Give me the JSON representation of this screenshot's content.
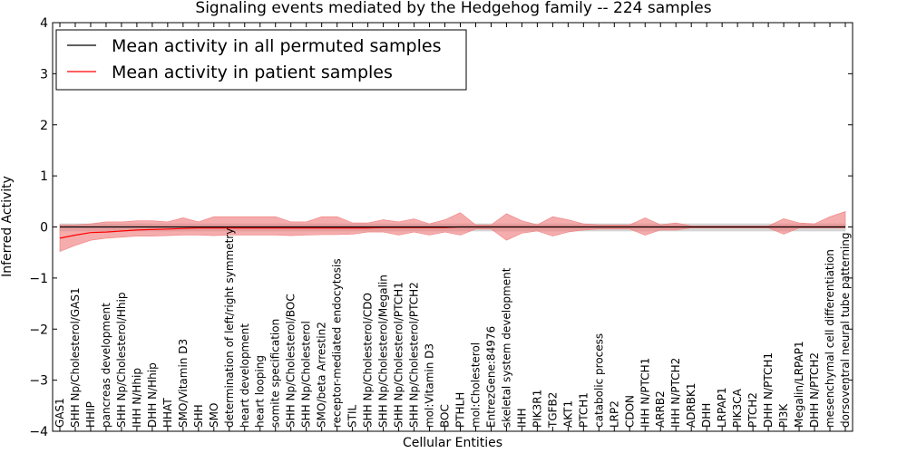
{
  "chart_data": {
    "type": "line",
    "title": "Signaling events mediated by the Hedgehog family -- 224 samples",
    "xlabel": "Cellular Entities",
    "ylabel": "Inferred Activity",
    "ylim": [
      -4,
      4
    ],
    "yticks": [
      "−4",
      "−3",
      "−2",
      "−1",
      "0",
      "1",
      "2",
      "3",
      "4"
    ],
    "grid": false,
    "legend_position": "top-left",
    "categories": [
      "GAS1",
      "SHH Np/Cholesterol/GAS1",
      "HHIP",
      "pancreas development",
      "SHH Np/Cholesterol/Hhip",
      "IHH N/Hhip",
      "DHH N/Hhip",
      "HHAT",
      "SMO/Vitamin D3",
      "SHH",
      "SMO",
      "determination of left/right symmetry",
      "heart development",
      "heart looping",
      "somite specification",
      "SHH Np/Cholesterol/BOC",
      "SHH Np/Cholesterol",
      "SMO/beta Arrestin2",
      "receptor-mediated endocytosis",
      "STIL",
      "SHH Np/Cholesterol/CDO",
      "SHH Np/Cholesterol/Megalin",
      "SHH Np/Cholesterol/PTCH1",
      "SHH Np/Cholesterol/PTCH2",
      "mol:Vitamin D3",
      "BOC",
      "PTHLH",
      "mol:Cholesterol",
      "EntrezGene:84976",
      "skeletal system development",
      "IHH",
      "PIK3R1",
      "TGFB2",
      "AKT1",
      "PTCH1",
      "catabolic process",
      "LRP2",
      "CDON",
      "IHH N/PTCH1",
      "ARRB2",
      "IHH N/PTCH2",
      "ADRBK1",
      "DHH",
      "LRPAP1",
      "PIK3CA",
      "PTCH2",
      "DHH N/PTCH1",
      "PI3K",
      "Megalin/LRPAP1",
      "DHH N/PTCH2",
      "mesenchymal cell differentiation",
      "dorsoventral neural tube patterning"
    ],
    "series": [
      {
        "name": "Mean activity in all permuted samples",
        "color": "#000000",
        "values": [
          0.0,
          0.0,
          0.0,
          0.0,
          0.0,
          0.0,
          0.0,
          0.0,
          0.0,
          0.0,
          0.0,
          0.0,
          0.0,
          0.0,
          0.0,
          0.0,
          0.0,
          0.0,
          0.0,
          0.0,
          0.0,
          0.0,
          0.0,
          0.0,
          0.0,
          0.0,
          0.0,
          0.0,
          0.0,
          0.0,
          0.0,
          0.0,
          0.0,
          0.0,
          0.0,
          0.0,
          0.0,
          0.0,
          0.0,
          0.0,
          0.0,
          0.0,
          0.0,
          0.0,
          0.0,
          0.0,
          0.0,
          0.0,
          0.0,
          0.0,
          0.0,
          0.0
        ],
        "band_lower": [
          -0.08,
          -0.08,
          -0.08,
          -0.08,
          -0.08,
          -0.08,
          -0.08,
          -0.08,
          -0.08,
          -0.08,
          -0.08,
          -0.08,
          -0.08,
          -0.08,
          -0.08,
          -0.08,
          -0.08,
          -0.08,
          -0.08,
          -0.08,
          -0.08,
          -0.08,
          -0.08,
          -0.08,
          -0.08,
          -0.08,
          -0.08,
          -0.08,
          -0.08,
          -0.08,
          -0.08,
          -0.08,
          -0.08,
          -0.08,
          -0.08,
          -0.08,
          -0.08,
          -0.08,
          -0.08,
          -0.08,
          -0.08,
          -0.08,
          -0.08,
          -0.08,
          -0.08,
          -0.08,
          -0.08,
          -0.08,
          -0.08,
          -0.08,
          -0.08,
          -0.08
        ],
        "band_upper": [
          0.06,
          0.06,
          0.06,
          0.06,
          0.06,
          0.06,
          0.06,
          0.06,
          0.06,
          0.06,
          0.06,
          0.06,
          0.06,
          0.06,
          0.06,
          0.06,
          0.06,
          0.06,
          0.06,
          0.06,
          0.06,
          0.06,
          0.06,
          0.06,
          0.06,
          0.06,
          0.06,
          0.06,
          0.06,
          0.06,
          0.06,
          0.06,
          0.06,
          0.06,
          0.06,
          0.06,
          0.06,
          0.06,
          0.06,
          0.06,
          0.06,
          0.06,
          0.06,
          0.06,
          0.06,
          0.06,
          0.06,
          0.06,
          0.06,
          0.06,
          0.06,
          0.06
        ],
        "band_color": "#c8c8c8"
      },
      {
        "name": "Mean activity in patient samples",
        "color": "#ff0000",
        "values": [
          -0.22,
          -0.16,
          -0.11,
          -0.1,
          -0.08,
          -0.06,
          -0.05,
          -0.04,
          -0.03,
          -0.02,
          -0.02,
          -0.02,
          -0.02,
          -0.02,
          -0.02,
          -0.02,
          -0.02,
          -0.02,
          -0.02,
          -0.02,
          -0.02,
          -0.01,
          -0.01,
          -0.01,
          -0.01,
          -0.01,
          0.0,
          0.0,
          0.0,
          0.0,
          0.0,
          0.0,
          0.0,
          0.0,
          0.0,
          0.0,
          0.0,
          0.0,
          0.0,
          0.0,
          0.0,
          0.0,
          0.0,
          0.0,
          0.0,
          0.0,
          0.0,
          0.0,
          0.0,
          0.0,
          0.0,
          0.0
        ],
        "band_lower": [
          -0.48,
          -0.36,
          -0.26,
          -0.22,
          -0.2,
          -0.18,
          -0.18,
          -0.17,
          -0.16,
          -0.16,
          -0.17,
          -0.16,
          -0.16,
          -0.16,
          -0.16,
          -0.17,
          -0.16,
          -0.15,
          -0.15,
          -0.14,
          -0.1,
          -0.1,
          -0.16,
          -0.1,
          -0.16,
          -0.1,
          -0.16,
          -0.04,
          -0.04,
          -0.26,
          -0.12,
          -0.08,
          -0.18,
          -0.1,
          -0.06,
          -0.04,
          -0.04,
          -0.04,
          -0.16,
          -0.06,
          -0.06,
          -0.02,
          -0.02,
          -0.02,
          -0.02,
          -0.02,
          -0.02,
          -0.14,
          -0.02,
          -0.02,
          -0.02,
          -0.02
        ],
        "band_upper": [
          0.04,
          0.04,
          0.06,
          0.1,
          0.1,
          0.12,
          0.12,
          0.1,
          0.18,
          0.1,
          0.2,
          0.2,
          0.2,
          0.2,
          0.2,
          0.1,
          0.1,
          0.2,
          0.2,
          0.08,
          0.08,
          0.14,
          0.1,
          0.16,
          0.06,
          0.14,
          0.28,
          0.04,
          0.04,
          0.26,
          0.12,
          0.04,
          0.2,
          0.14,
          0.06,
          0.04,
          0.04,
          0.04,
          0.18,
          0.04,
          0.08,
          0.02,
          0.02,
          0.02,
          0.02,
          0.02,
          0.02,
          0.16,
          0.08,
          0.06,
          0.2,
          0.3
        ],
        "band_color": "#f08080"
      }
    ]
  }
}
